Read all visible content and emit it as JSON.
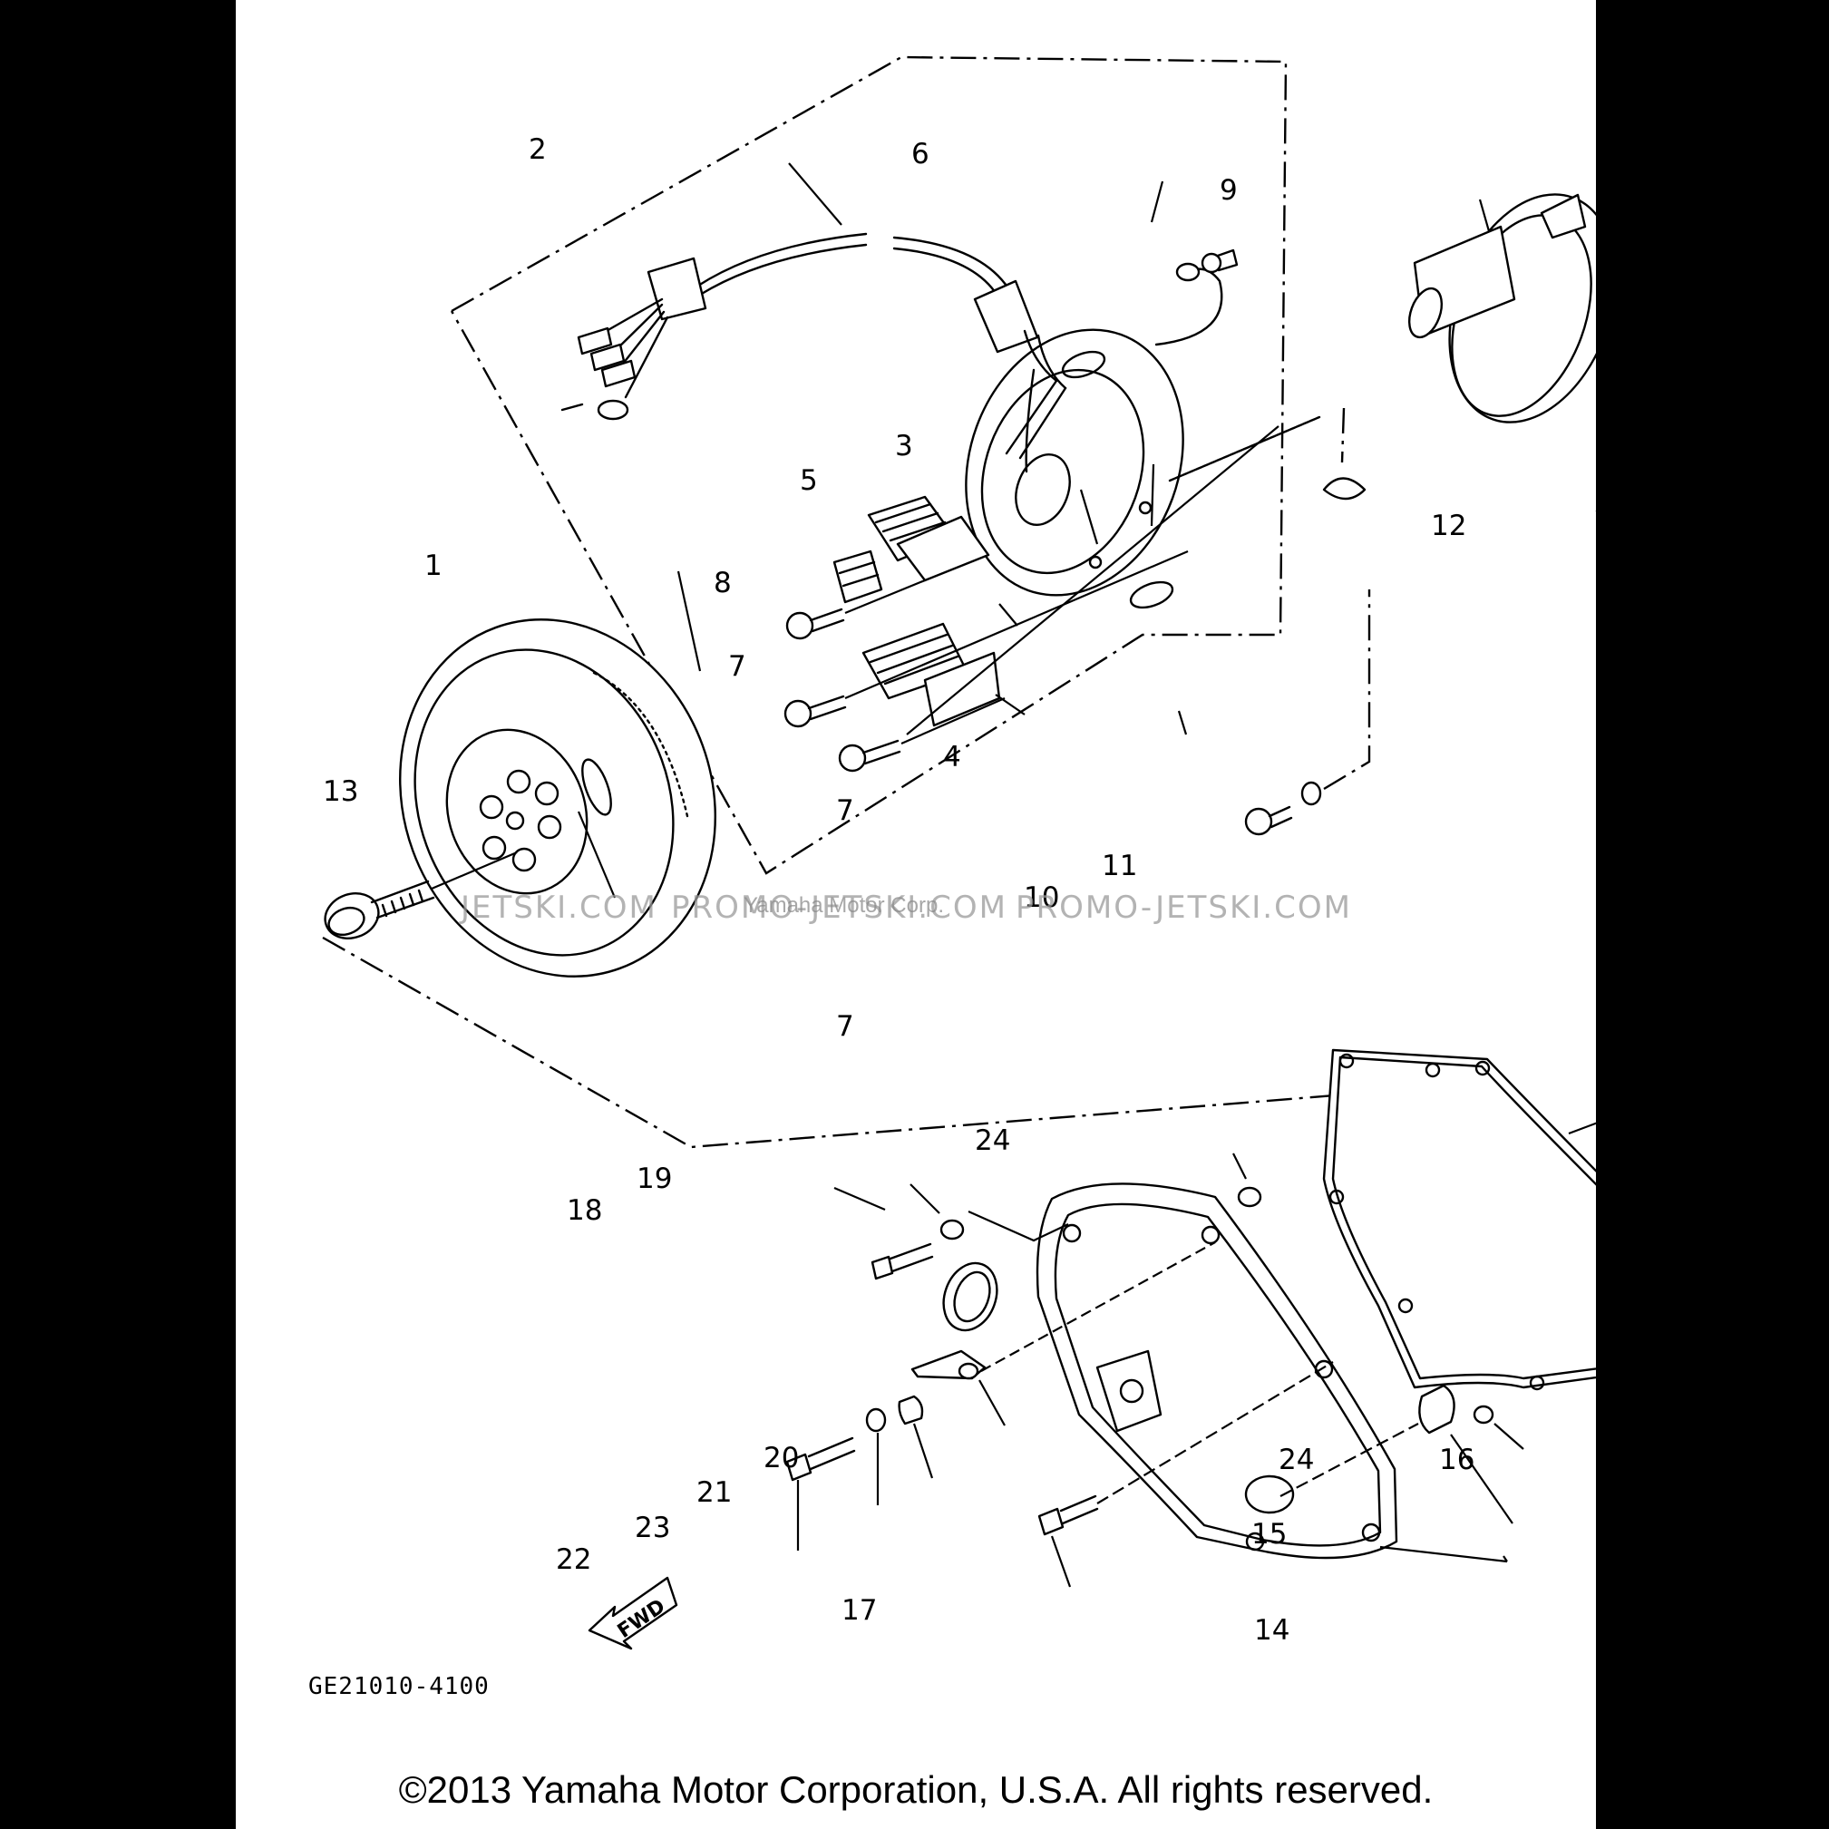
{
  "title": "",
  "drawing_code": "GE21010-4100",
  "fwd_label": "FWD",
  "copyright": "©2013 Yamaha Motor Corporation, U.S.A. All rights reserved.",
  "watermarks": {
    "left": "JETSKI.COM",
    "middle": "PROMO-JETSKI.COM",
    "right": "PROMO-JETSKI.COM",
    "center": "Yamaha Motor Corp."
  },
  "callouts": [
    "1",
    "2",
    "3",
    "4",
    "5",
    "6",
    "7",
    "7",
    "7",
    "8",
    "9",
    "10",
    "11",
    "12",
    "13",
    "14",
    "15",
    "16",
    "17",
    "18",
    "19",
    "20",
    "21",
    "22",
    "23",
    "24",
    "24"
  ]
}
